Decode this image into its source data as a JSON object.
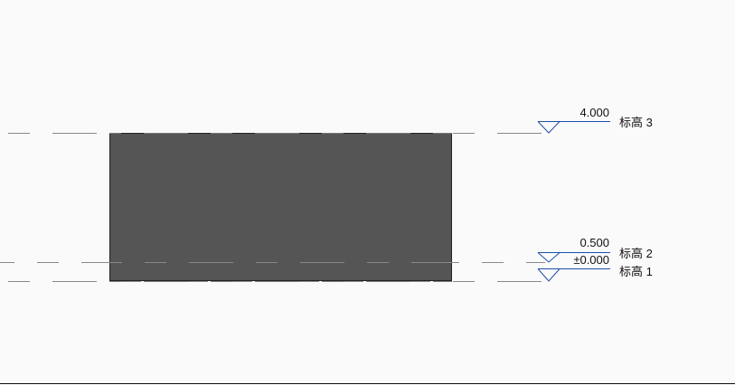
{
  "view": "elevation",
  "levels": [
    {
      "name": "标高 3",
      "elevation": "4.000"
    },
    {
      "name": "标高 2",
      "elevation": "0.500"
    },
    {
      "name": "标高 1",
      "elevation": "±0.000"
    }
  ],
  "colors": {
    "level_marker": "#1f4fa8",
    "wall_fill": "#555555",
    "level_line": "#888888"
  }
}
